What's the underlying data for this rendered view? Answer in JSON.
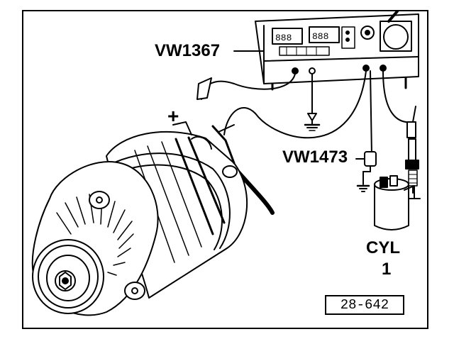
{
  "labels": {
    "tester": "VW1367",
    "adapter": "VW1473",
    "cyl_line1": "CYL",
    "cyl_line2": "1",
    "positive": "+"
  },
  "figure_number": "28-642"
}
